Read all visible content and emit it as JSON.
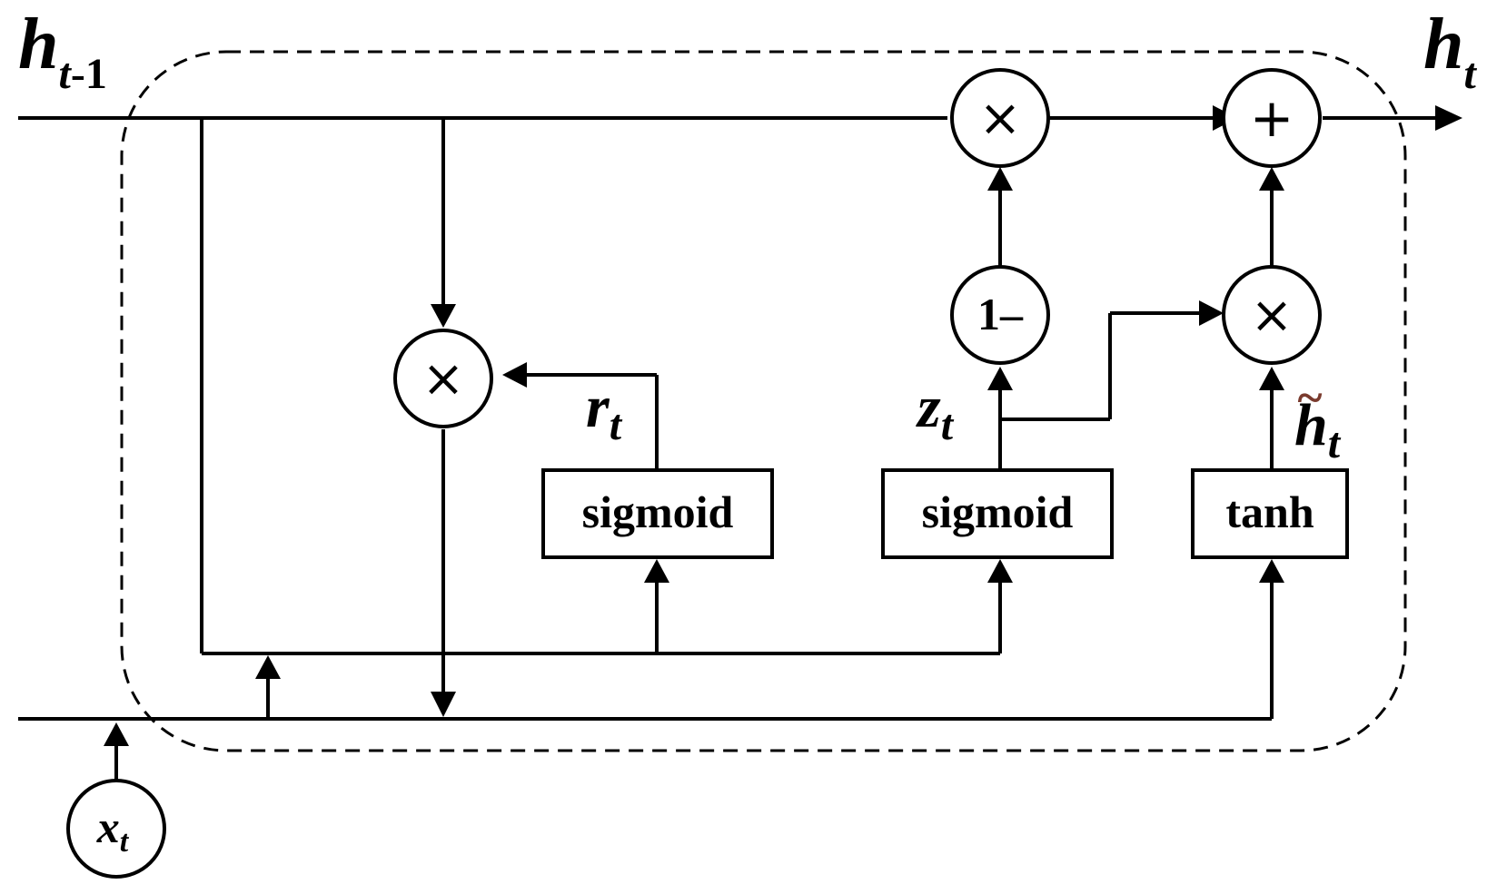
{
  "inputs": {
    "h_prev": {
      "base": "h",
      "sub": "t",
      "sub_suffix": "-1"
    },
    "x": {
      "base": "x",
      "sub": "t"
    }
  },
  "outputs": {
    "h": {
      "base": "h",
      "sub": "t"
    }
  },
  "gates": {
    "reset_gate": {
      "label": "sigmoid",
      "signal": {
        "base": "r",
        "sub": "t"
      }
    },
    "update_gate": {
      "label": "sigmoid",
      "signal": {
        "base": "z",
        "sub": "t"
      }
    },
    "candidate": {
      "label": "tanh",
      "signal": {
        "base": "h",
        "sub": "t",
        "accent": "~"
      }
    }
  },
  "operators": {
    "multiply": "×",
    "add": "+",
    "one_minus": "1–"
  },
  "colors": {
    "line": "#000000",
    "tilde": "#7a3b2e",
    "background": "#ffffff"
  }
}
